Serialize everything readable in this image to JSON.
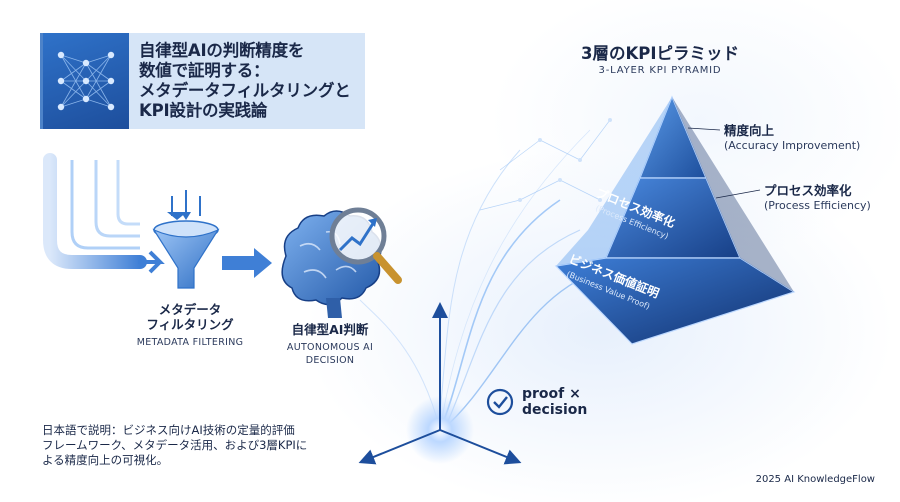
{
  "title": {
    "text": "自律型AIの判断精度を\n数値で証明する：\nメタデータフィルタリングと\nKPI設計の実践論"
  },
  "steps": {
    "filter": {
      "label_jp": "メタデータ\nフィルタリング",
      "label_en": "METADATA FILTERING"
    },
    "decision": {
      "label_jp": "自律型AI判断",
      "label_en": "AUTONOMOUS AI\nDECISION"
    }
  },
  "pyramid": {
    "title": "3層のKPIピラミッド",
    "subtitle": "3-LAYER KPI PYRAMID",
    "tiers": [
      {
        "jp": "精度向上",
        "en": "(Accuracy Improvement)"
      },
      {
        "jp": "プロセス効率化",
        "en": "(Process Efficiency)"
      },
      {
        "jp": "ビジネス価値証明",
        "en": "(Business Value Proof)"
      }
    ]
  },
  "proof": {
    "label": "proof ×\ndecision"
  },
  "caption": "日本語で説明：ビジネス向けAI技術の定量的評価\nフレームワーク、メタデータ活用、および3層KPIに\nよる精度向上の可視化。",
  "footer": "2025 AI KnowledgeFlow",
  "icons": [
    "neural-network-icon",
    "data-streams-icon",
    "funnel-icon",
    "arrow-right-icon",
    "brain-icon",
    "magnifier-chart-icon",
    "checkmark-icon"
  ],
  "colors": {
    "primary": "#2f72c9",
    "dark": "#1d4e9c",
    "light": "#d6e5f7",
    "text": "#1a2848"
  }
}
